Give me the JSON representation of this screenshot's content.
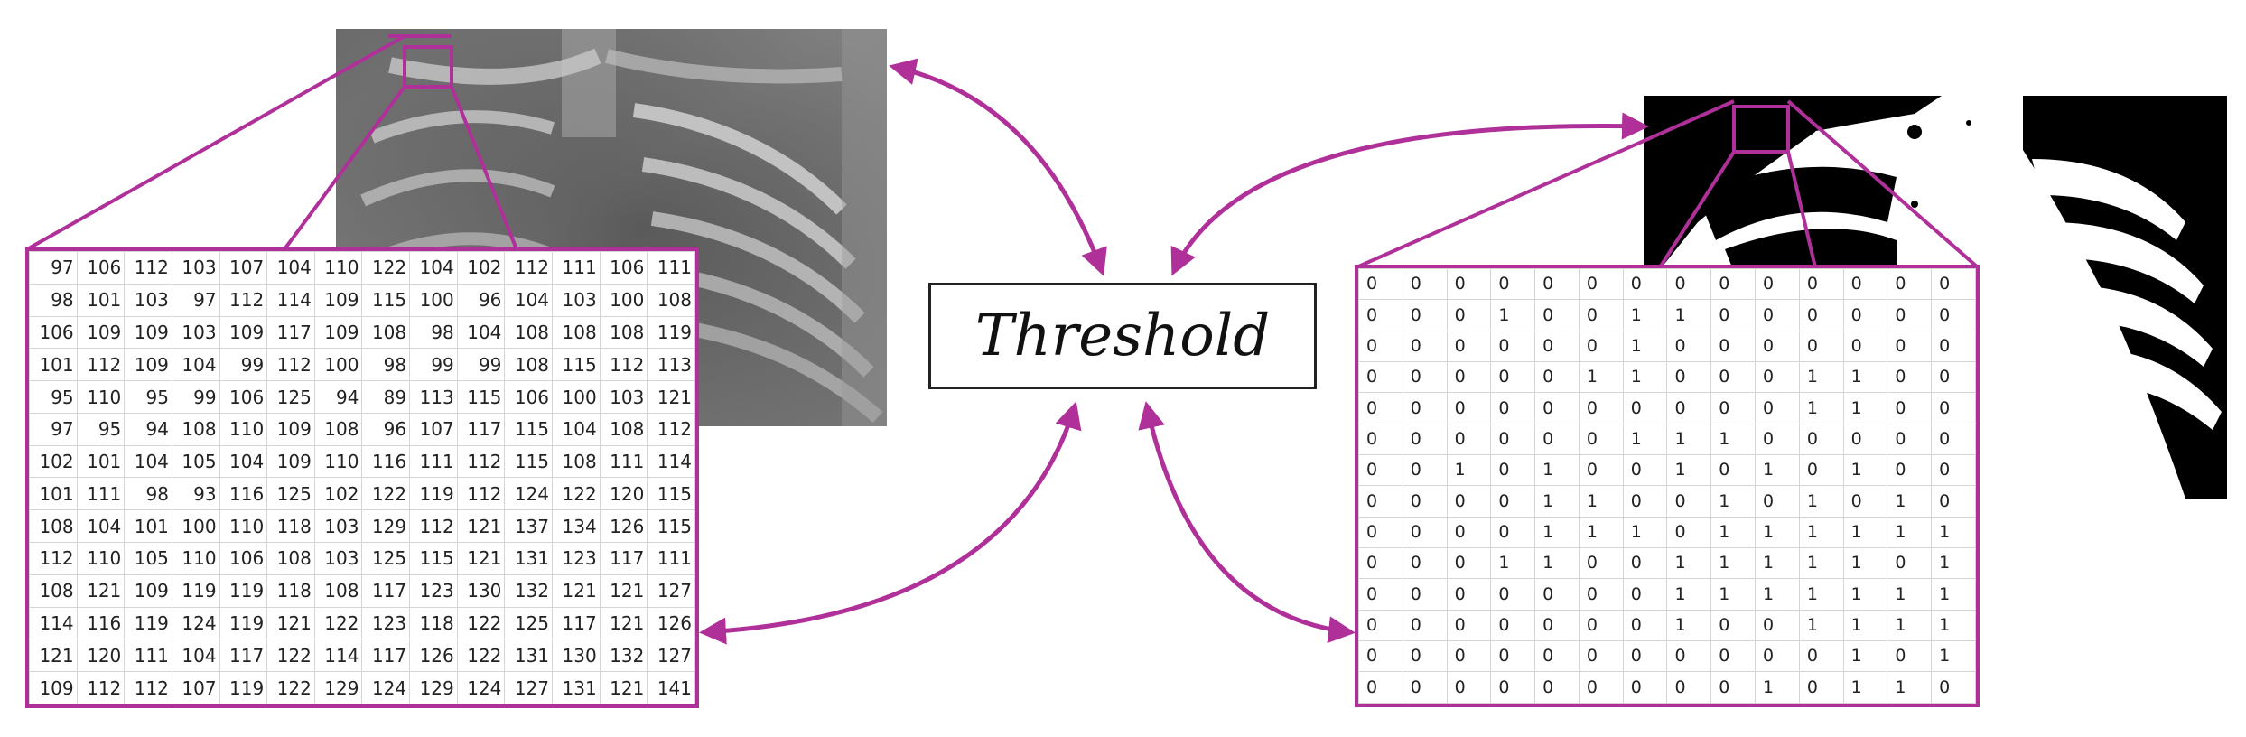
{
  "threshold_label": "Threshold",
  "colors": {
    "accent": "#b0309a",
    "grid_line": "#d4d4d4",
    "text": "#222222"
  },
  "grayscale_matrix": [
    [
      97,
      106,
      112,
      103,
      107,
      104,
      110,
      122,
      104,
      102,
      112,
      111,
      106,
      111
    ],
    [
      98,
      101,
      103,
      97,
      112,
      114,
      109,
      115,
      100,
      96,
      104,
      103,
      100,
      108
    ],
    [
      106,
      109,
      109,
      103,
      109,
      117,
      109,
      108,
      98,
      104,
      108,
      108,
      108,
      119
    ],
    [
      101,
      112,
      109,
      104,
      99,
      112,
      100,
      98,
      99,
      99,
      108,
      115,
      112,
      113
    ],
    [
      95,
      110,
      95,
      99,
      106,
      125,
      94,
      89,
      113,
      115,
      106,
      100,
      103,
      121
    ],
    [
      97,
      95,
      94,
      108,
      110,
      109,
      108,
      96,
      107,
      117,
      115,
      104,
      108,
      112
    ],
    [
      102,
      101,
      104,
      105,
      104,
      109,
      110,
      116,
      111,
      112,
      115,
      108,
      111,
      114
    ],
    [
      101,
      111,
      98,
      93,
      116,
      125,
      102,
      122,
      119,
      112,
      124,
      122,
      120,
      115
    ],
    [
      108,
      104,
      101,
      100,
      110,
      118,
      103,
      129,
      112,
      121,
      137,
      134,
      126,
      115
    ],
    [
      112,
      110,
      105,
      110,
      106,
      108,
      103,
      125,
      115,
      121,
      131,
      123,
      117,
      111
    ],
    [
      108,
      121,
      109,
      119,
      119,
      118,
      108,
      117,
      123,
      130,
      132,
      121,
      121,
      127
    ],
    [
      114,
      116,
      119,
      124,
      119,
      121,
      122,
      123,
      118,
      122,
      125,
      117,
      121,
      126
    ],
    [
      121,
      120,
      111,
      104,
      117,
      122,
      114,
      117,
      126,
      122,
      131,
      130,
      132,
      127
    ],
    [
      109,
      112,
      112,
      107,
      119,
      122,
      129,
      124,
      129,
      124,
      127,
      131,
      121,
      141
    ]
  ],
  "binary_matrix": [
    [
      0,
      0,
      0,
      0,
      0,
      0,
      0,
      0,
      0,
      0,
      0,
      0,
      0,
      0
    ],
    [
      0,
      0,
      0,
      1,
      0,
      0,
      1,
      1,
      0,
      0,
      0,
      0,
      0,
      0
    ],
    [
      0,
      0,
      0,
      0,
      0,
      0,
      1,
      0,
      0,
      0,
      0,
      0,
      0,
      0
    ],
    [
      0,
      0,
      0,
      0,
      0,
      1,
      1,
      0,
      0,
      0,
      1,
      1,
      0,
      0
    ],
    [
      0,
      0,
      0,
      0,
      0,
      0,
      0,
      0,
      0,
      0,
      1,
      1,
      0,
      0
    ],
    [
      0,
      0,
      0,
      0,
      0,
      0,
      1,
      1,
      1,
      0,
      0,
      0,
      0,
      0
    ],
    [
      0,
      0,
      1,
      0,
      1,
      0,
      0,
      1,
      0,
      1,
      0,
      1,
      0,
      0
    ],
    [
      0,
      0,
      0,
      0,
      1,
      1,
      0,
      0,
      1,
      0,
      1,
      0,
      1,
      0
    ],
    [
      0,
      0,
      0,
      0,
      1,
      1,
      1,
      0,
      1,
      1,
      1,
      1,
      1,
      1
    ],
    [
      0,
      0,
      0,
      1,
      1,
      0,
      0,
      1,
      1,
      1,
      1,
      1,
      0,
      1
    ],
    [
      0,
      0,
      0,
      0,
      0,
      0,
      0,
      1,
      1,
      1,
      1,
      1,
      1,
      1
    ],
    [
      0,
      0,
      0,
      0,
      0,
      0,
      0,
      1,
      0,
      0,
      1,
      1,
      1,
      1
    ],
    [
      0,
      0,
      0,
      0,
      0,
      0,
      0,
      0,
      0,
      0,
      0,
      1,
      0,
      1
    ],
    [
      0,
      0,
      0,
      0,
      0,
      0,
      0,
      0,
      0,
      1,
      0,
      1,
      1,
      0
    ]
  ]
}
